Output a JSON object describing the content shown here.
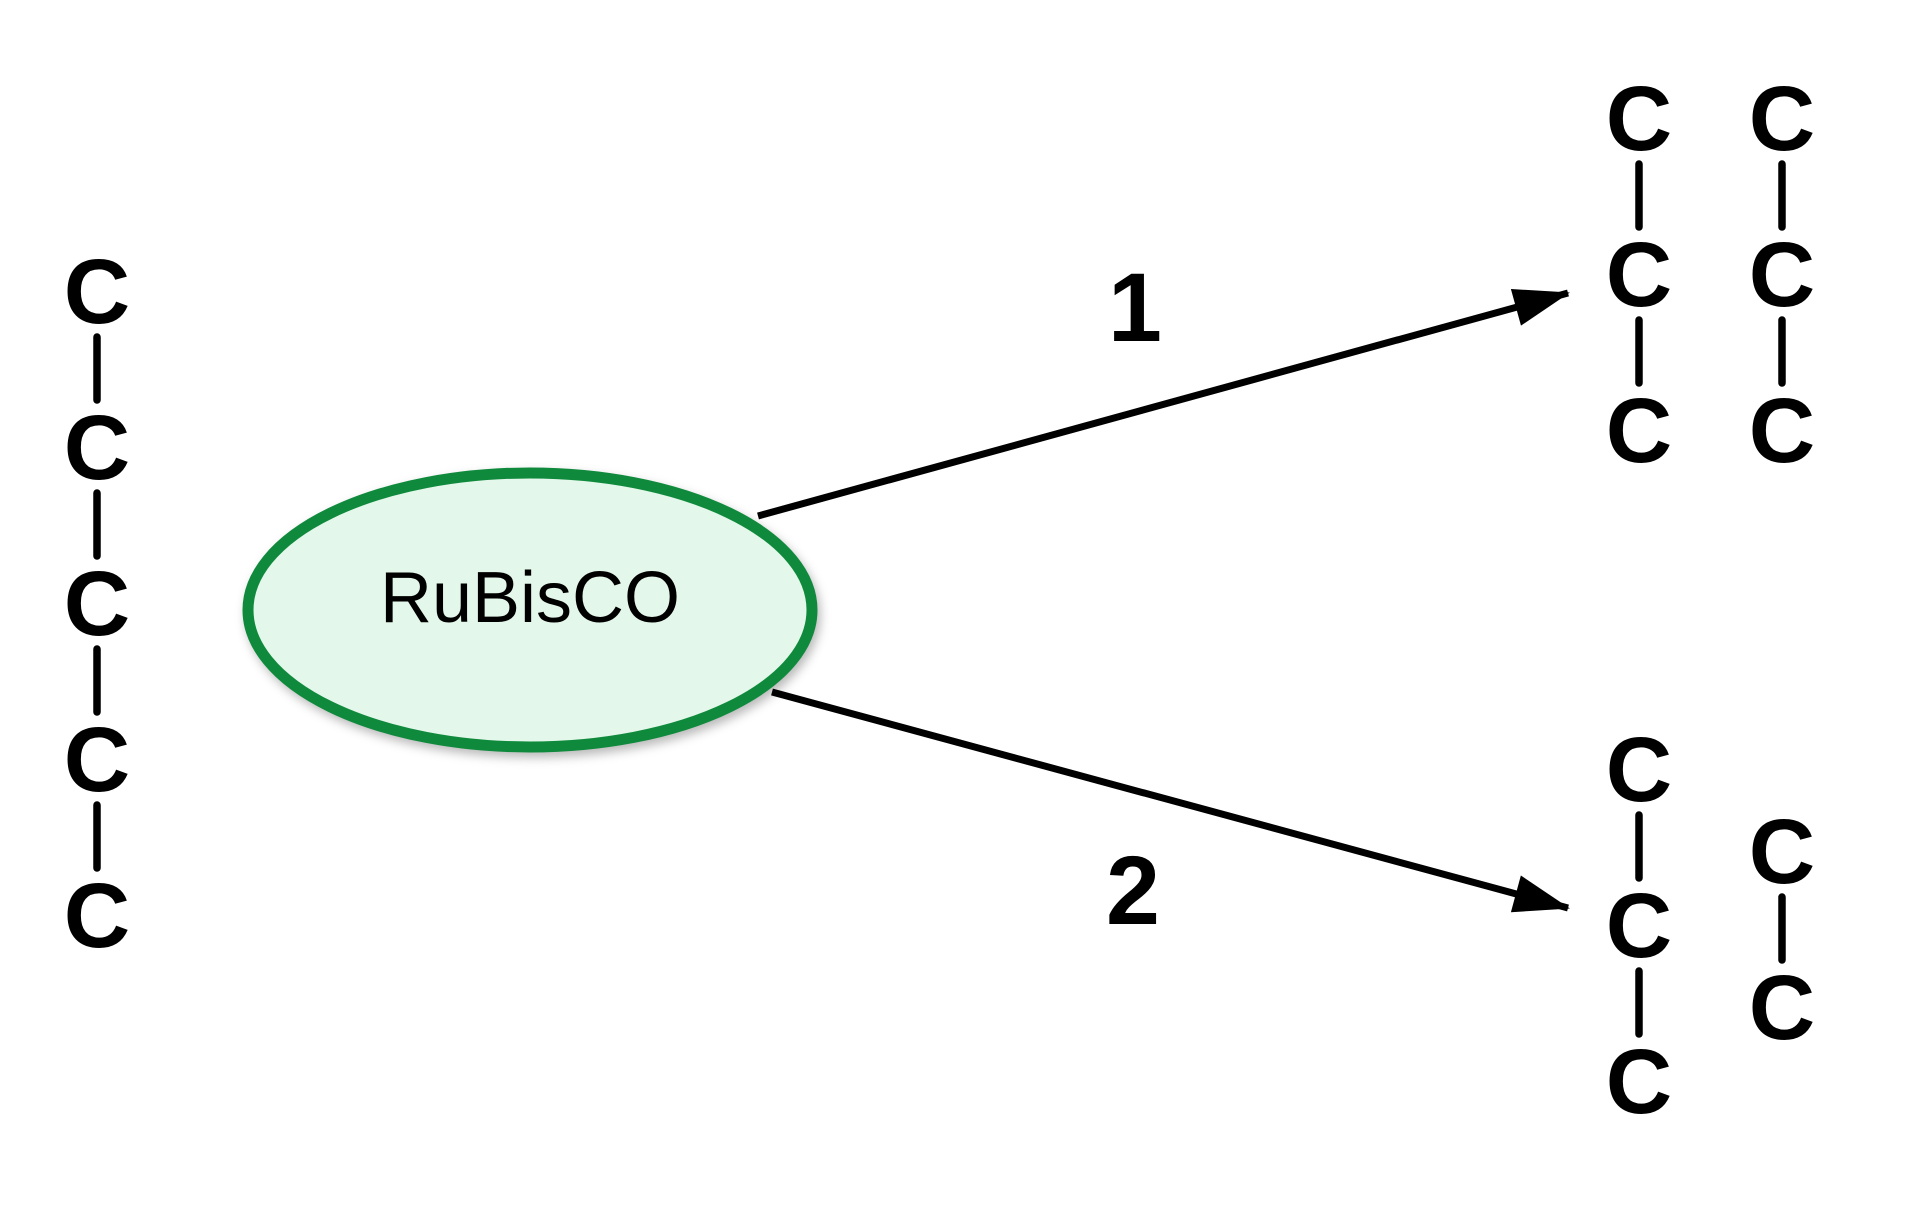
{
  "diagram": {
    "enzyme_label": "RuBisCO",
    "atom_symbol": "C",
    "arrow1_label": "1",
    "arrow2_label": "2",
    "substrate_carbons": 5,
    "arrow1_product_carbons": [
      3,
      3
    ],
    "arrow2_product_carbons": [
      3,
      2
    ]
  },
  "colors": {
    "background": "#ffffff",
    "ellipse_fill": "#e3f7ea",
    "ellipse_stroke": "#0f8a3c",
    "ink": "#000000"
  }
}
